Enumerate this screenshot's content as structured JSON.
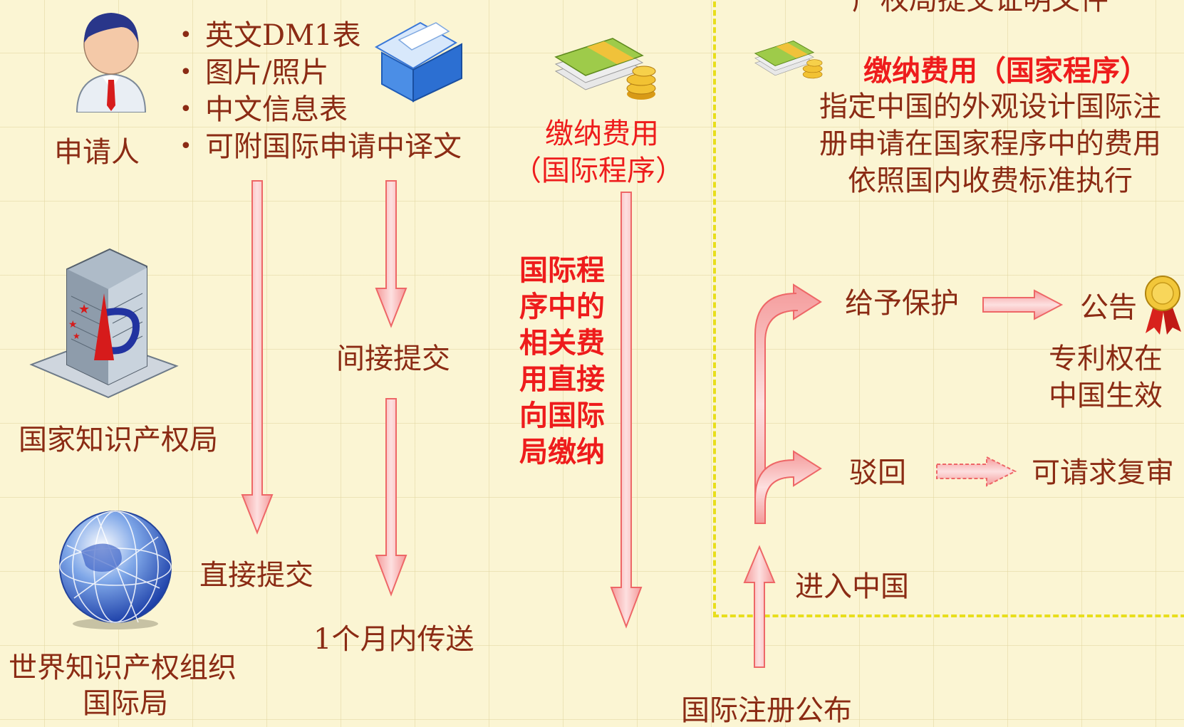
{
  "applicant": {
    "label": "申请人"
  },
  "documents": [
    "英文DM1表",
    "图片/照片",
    "中文信息表",
    "可附国际申请中译文"
  ],
  "fee_international": {
    "line1": "缴纳费用",
    "line2": "（国际程序）"
  },
  "top_right_partial": "产权局提交证明文件",
  "fee_national": {
    "title": "缴纳费用（国家程序）",
    "lines": [
      "指定中国的外观设计国际注",
      "册申请在国家程序中的费用",
      "依照国内收费标准执行"
    ]
  },
  "cnipa": {
    "label": "国家知识产权局"
  },
  "indirect_submit": "间接提交",
  "fee_note": "国际程序中的相关费用直接向国际局缴纳",
  "wipo": {
    "line1": "世界知识产权组织",
    "line2": "国际局"
  },
  "direct_submit": "直接提交",
  "transfer_within": "1个月内传送",
  "registration_publish": "国际注册公布",
  "enter_china": "进入中国",
  "grant_protection": "给予保护",
  "announcement": "公告",
  "patent_effective": {
    "line1": "专利权在",
    "line2": "中国生效"
  },
  "reject": "驳回",
  "request_review": "可请求复审",
  "colors": {
    "text_brown": "#8b2b14",
    "text_red": "#ee1c1c",
    "arrow_fill": "#f8b7b7",
    "arrow_stroke": "#ee6767",
    "dash_border": "#e8de1c",
    "background": "#fbf5d3"
  }
}
